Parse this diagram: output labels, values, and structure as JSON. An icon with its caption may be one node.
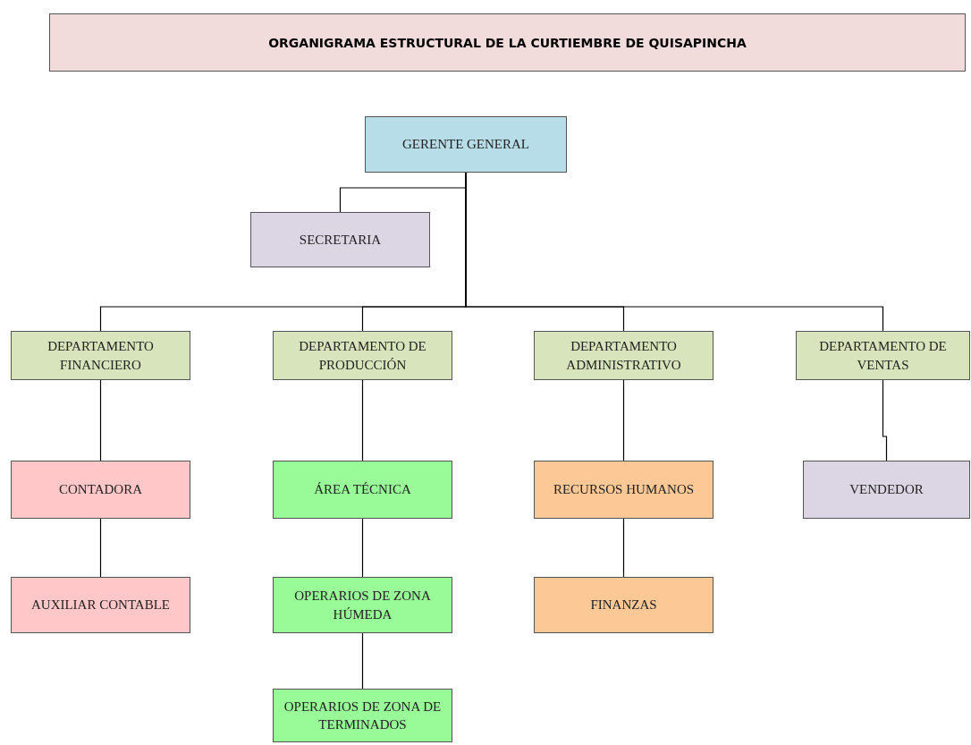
{
  "diagram": {
    "title": "ORGANIGRAMA ESTRUCTURAL DE LA CURTIEMBRE DE QUISAPINCHA",
    "nodes": [
      {
        "text": [
          "GERENTE GENERAL"
        ]
      },
      {
        "text": [
          "SECRETARIA"
        ]
      },
      {
        "text": [
          "DEPARTAMENTO FINANCIERO"
        ]
      },
      {
        "text": [
          "DEPARTAMENTO DE PRODUCCIÓN"
        ]
      },
      {
        "text": [
          "DEPARTAMENTO ADMINISTRATIVO"
        ]
      },
      {
        "text": [
          "DEPARTAMENTO DE VENTAS"
        ]
      },
      {
        "text": [
          "CONTADORA"
        ]
      },
      {
        "text": [
          "ÁREA TÉCNICA"
        ]
      },
      {
        "text": [
          "RECURSOS HUMANOS"
        ]
      },
      {
        "text": [
          "VENDEDOR"
        ]
      },
      {
        "text": [
          "AUXILIAR CONTABLE"
        ]
      },
      {
        "text": [
          "OPERARIOS DE ZONA HÚMEDA"
        ]
      },
      {
        "text": [
          "FINANZAS"
        ]
      },
      {
        "text": [
          "OPERARIOS DE ZONA DE TERMINADOS"
        ]
      }
    ],
    "edges": [
      {
        "from": 0,
        "to": 1,
        "arrow": "none"
      },
      {
        "from": 0,
        "to": 2,
        "arrow": "none"
      },
      {
        "from": 0,
        "to": 3,
        "arrow": "none"
      },
      {
        "from": 0,
        "to": 4,
        "arrow": "none"
      },
      {
        "from": 0,
        "to": 5,
        "arrow": "none"
      },
      {
        "from": 2,
        "to": 6,
        "arrow": "none"
      },
      {
        "from": 3,
        "to": 7,
        "arrow": "none"
      },
      {
        "from": 4,
        "to": 8,
        "arrow": "none"
      },
      {
        "from": 5,
        "to": 9,
        "arrow": "none"
      },
      {
        "from": 6,
        "to": 10,
        "arrow": "none"
      },
      {
        "from": 7,
        "to": 11,
        "arrow": "none"
      },
      {
        "from": 8,
        "to": 12,
        "arrow": "none"
      },
      {
        "from": 11,
        "to": 13,
        "arrow": "none"
      }
    ]
  }
}
